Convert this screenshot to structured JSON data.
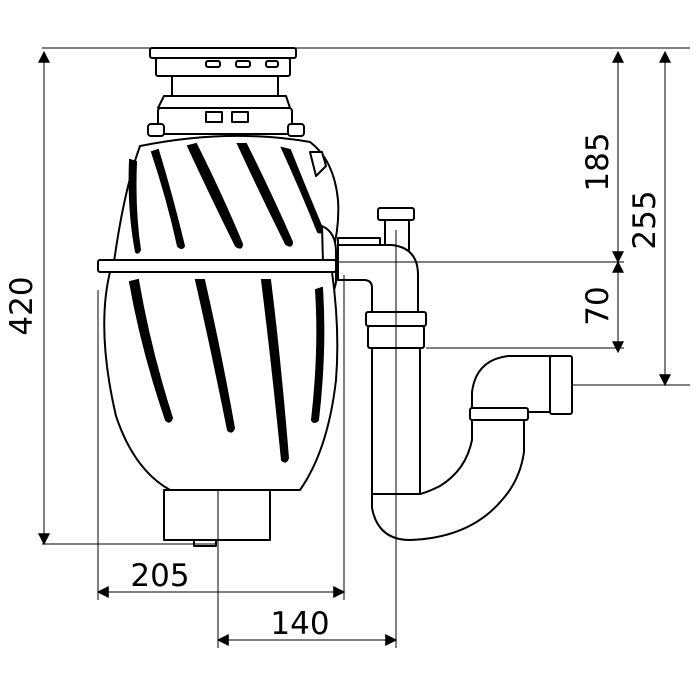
{
  "dimensions": {
    "total_height": "420",
    "top_to_inlet": "185",
    "top_to_outlet": "255",
    "inlet_to_trap": "70",
    "body_to_inlet": "205",
    "axis_to_trap": "140"
  }
}
